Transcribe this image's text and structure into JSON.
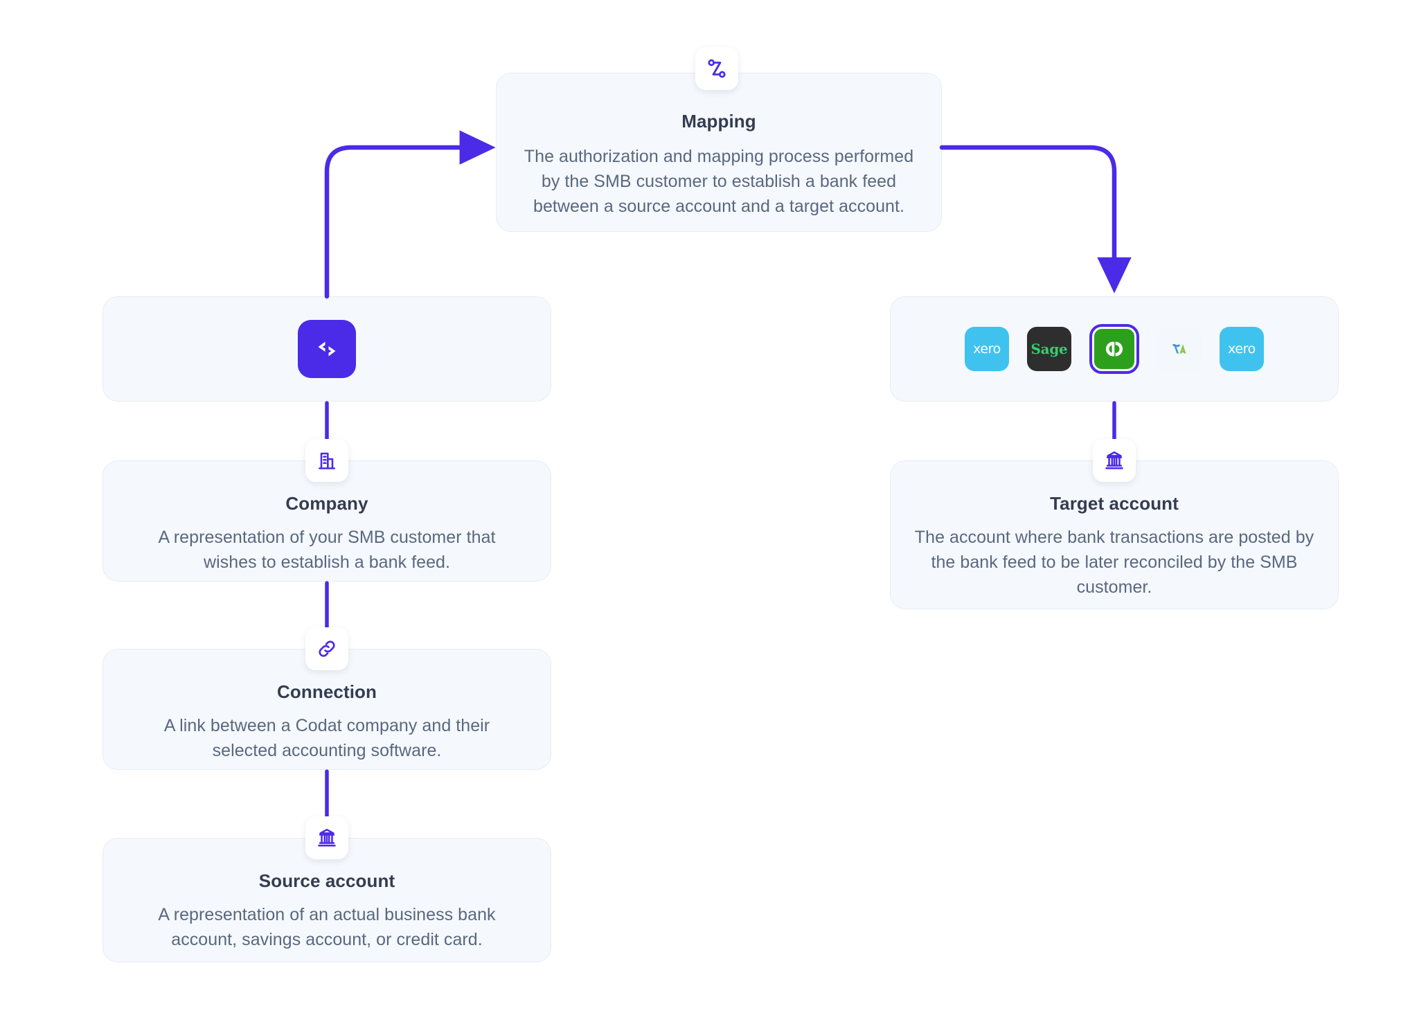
{
  "theme": {
    "accent": "#4b2ae8",
    "card_bg": "#f5f8fc",
    "card_border": "#e6edf6",
    "title_color": "#343c51",
    "body_color": "#596880",
    "page_bg": "#ffffff"
  },
  "mapping": {
    "icon": "route-mapping-icon",
    "title": "Mapping",
    "description": "The authorization and mapping process performed by the SMB customer to establish a bank feed between a source account and a target account."
  },
  "left_column": {
    "codat_logo": {
      "icon": "codat-chevrons-logo",
      "label": "Codat"
    },
    "cards": [
      {
        "icon": "office-building-icon",
        "title": "Company",
        "description": "A representation of your SMB customer that wishes to establish a bank feed."
      },
      {
        "icon": "link-chain-icon",
        "title": "Connection",
        "description": "A link between a Codat company and their selected accounting software."
      },
      {
        "icon": "bank-icon",
        "title": "Source account",
        "description": "A representation of an actual business bank account, savings account, or credit card."
      }
    ]
  },
  "right_column": {
    "platforms": [
      {
        "name": "xero",
        "label": "xero",
        "selected": false
      },
      {
        "name": "sage",
        "label": "Sage",
        "selected": false
      },
      {
        "name": "quickbooks",
        "label": "qb",
        "selected": true
      },
      {
        "name": "freeagent",
        "label": "",
        "selected": false
      },
      {
        "name": "xero",
        "label": "xero",
        "selected": false
      }
    ],
    "cards": [
      {
        "icon": "bank-icon",
        "title": "Target account",
        "description": "The account where bank transactions are posted by the bank feed to be later reconciled by the SMB customer."
      }
    ]
  },
  "connectors": [
    {
      "name": "codat-to-mapping",
      "from": "codat-box",
      "to": "mapping-card",
      "direction": "up-right"
    },
    {
      "name": "mapping-to-platforms",
      "from": "mapping-card",
      "to": "platforms-box",
      "direction": "right-down"
    },
    {
      "name": "codat-to-company",
      "from": "codat-box",
      "to": "company-card",
      "direction": "down"
    },
    {
      "name": "company-to-connection",
      "from": "company-card",
      "to": "connection-card",
      "direction": "down"
    },
    {
      "name": "connection-to-source",
      "from": "connection-card",
      "to": "source-card",
      "direction": "down"
    },
    {
      "name": "platforms-to-target",
      "from": "platforms-box",
      "to": "target-card",
      "direction": "down"
    }
  ]
}
